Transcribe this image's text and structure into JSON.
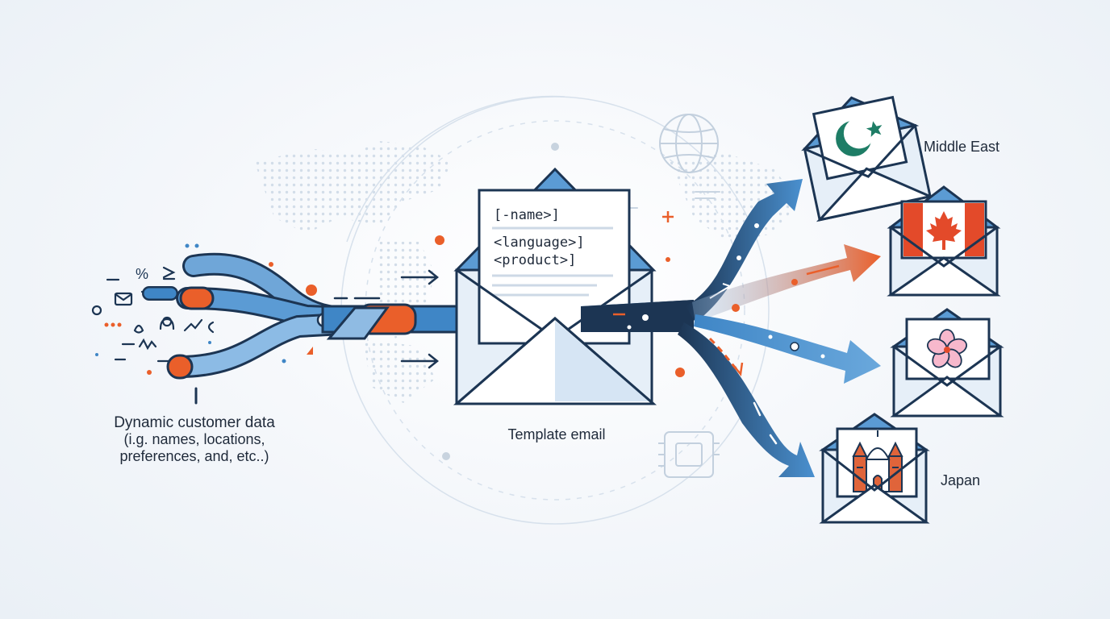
{
  "diagram": {
    "source": {
      "label_line1": "Dynamic customer data",
      "label_line2": "(i.g. names, locations,",
      "label_line3": "preferences, and, etc..)",
      "glyph_percent": "%"
    },
    "template": {
      "label": "Template email",
      "placeholders": [
        "[-name>]",
        "<language>]",
        "<product>]"
      ]
    },
    "destinations": [
      {
        "label": "Middle East",
        "icon": "crescent-star-icon"
      },
      {
        "label": "",
        "icon": "maple-leaf-flag-icon"
      },
      {
        "label": "",
        "icon": "cherry-blossom-icon"
      },
      {
        "label": "Japan",
        "icon": "landmark-building-icon"
      }
    ],
    "colors": {
      "navy": "#1c3553",
      "blue": "#3f86c6",
      "light_blue": "#9cc3e6",
      "orange": "#ea5f2a",
      "envelope_fill": "#e6eff8"
    }
  }
}
